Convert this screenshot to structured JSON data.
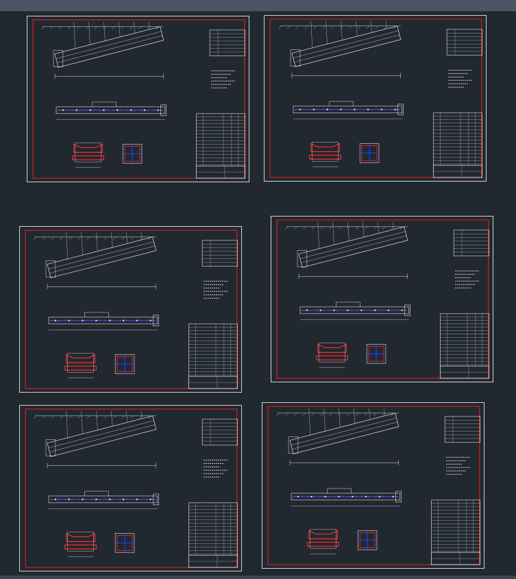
{
  "app": {
    "colors": {
      "background": "#212830",
      "sheet_border": "#d0d4d8",
      "inner_frame": "#d42020",
      "linework": "#e8e8e8",
      "accent_blue": "#2040ff",
      "accent_red": "#ff2a2a"
    }
  },
  "sheets": [
    {
      "id": "sheet-1"
    },
    {
      "id": "sheet-2"
    },
    {
      "id": "sheet-3"
    },
    {
      "id": "sheet-4"
    },
    {
      "id": "sheet-5"
    },
    {
      "id": "sheet-6"
    }
  ]
}
